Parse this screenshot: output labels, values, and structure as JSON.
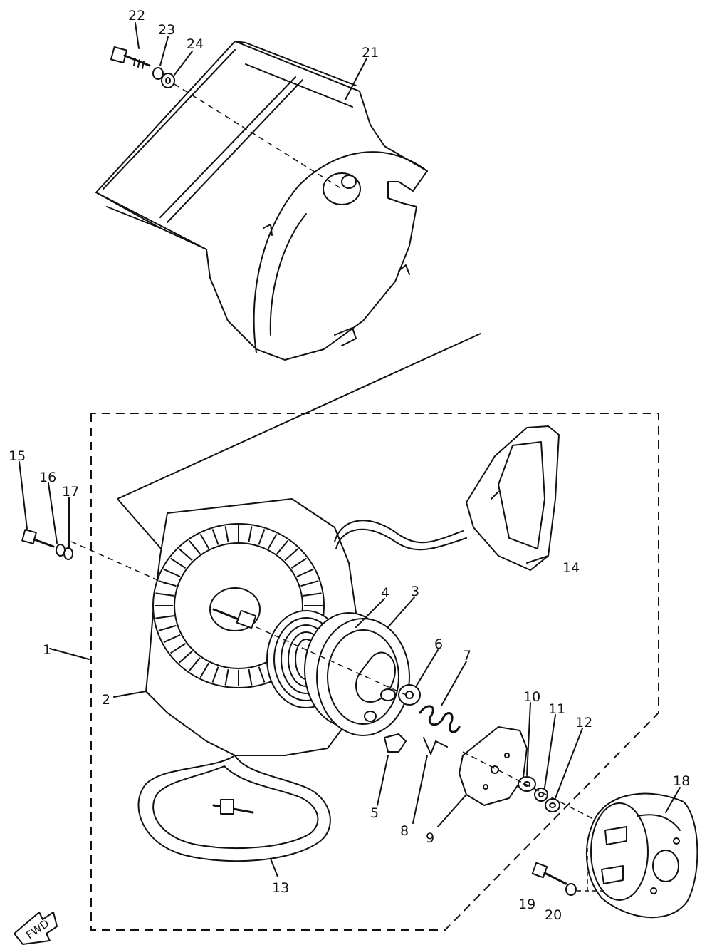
{
  "diagram": {
    "callouts": [
      {
        "id": "1",
        "text": "1"
      },
      {
        "id": "2",
        "text": "2"
      },
      {
        "id": "3",
        "text": "3"
      },
      {
        "id": "4",
        "text": "4"
      },
      {
        "id": "5",
        "text": "5"
      },
      {
        "id": "6",
        "text": "6"
      },
      {
        "id": "7",
        "text": "7"
      },
      {
        "id": "8",
        "text": "8"
      },
      {
        "id": "9",
        "text": "9"
      },
      {
        "id": "10",
        "text": "10"
      },
      {
        "id": "11",
        "text": "11"
      },
      {
        "id": "12",
        "text": "12"
      },
      {
        "id": "13",
        "text": "13"
      },
      {
        "id": "14",
        "text": "14"
      },
      {
        "id": "15",
        "text": "15"
      },
      {
        "id": "16",
        "text": "16"
      },
      {
        "id": "17",
        "text": "17"
      },
      {
        "id": "18",
        "text": "18"
      },
      {
        "id": "19",
        "text": "19"
      },
      {
        "id": "20",
        "text": "20"
      },
      {
        "id": "21",
        "text": "21"
      },
      {
        "id": "22",
        "text": "22"
      },
      {
        "id": "23",
        "text": "23"
      },
      {
        "id": "24",
        "text": "24"
      }
    ],
    "direction_arrow": {
      "text": "FWD"
    }
  }
}
